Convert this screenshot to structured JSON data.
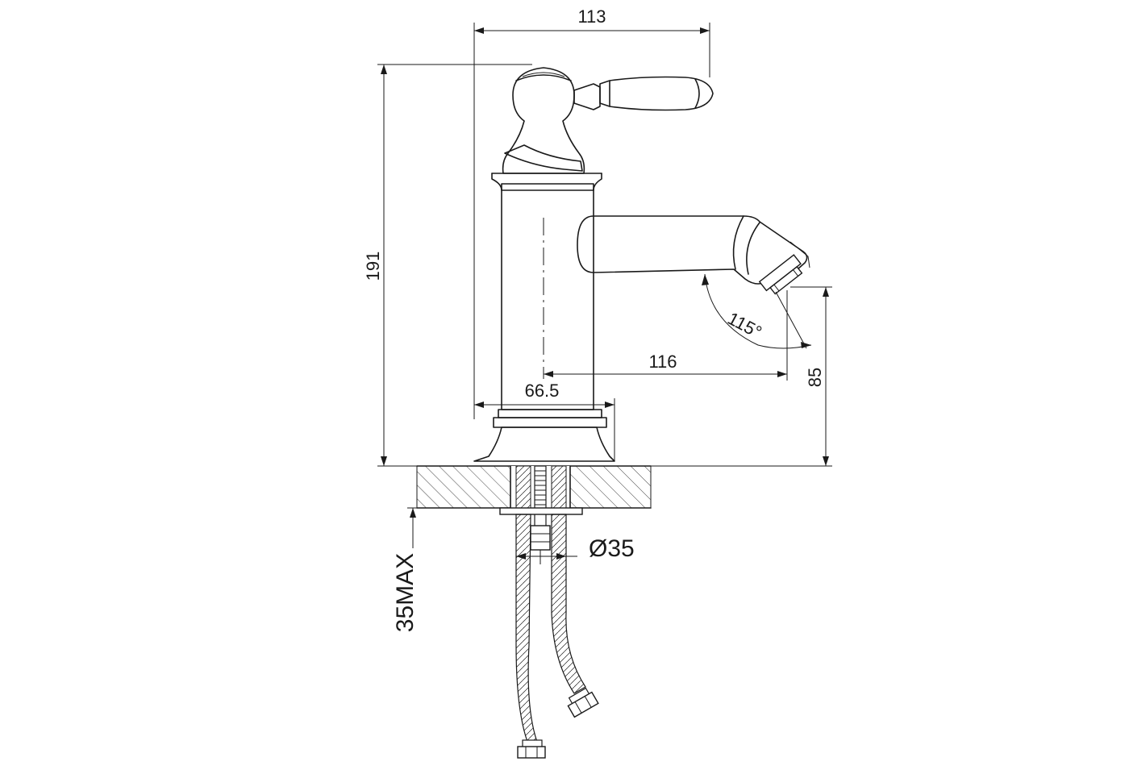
{
  "dimensions": {
    "width_top": "113",
    "height_total": "191",
    "spout_reach": "116",
    "base_diameter": "66.5",
    "spout_height": "85",
    "spout_angle": "115°",
    "hole_diameter": "Ø35",
    "deck_thickness_max": "35MAX"
  },
  "colors": {
    "line": "#1a1a1a",
    "background": "#ffffff"
  }
}
